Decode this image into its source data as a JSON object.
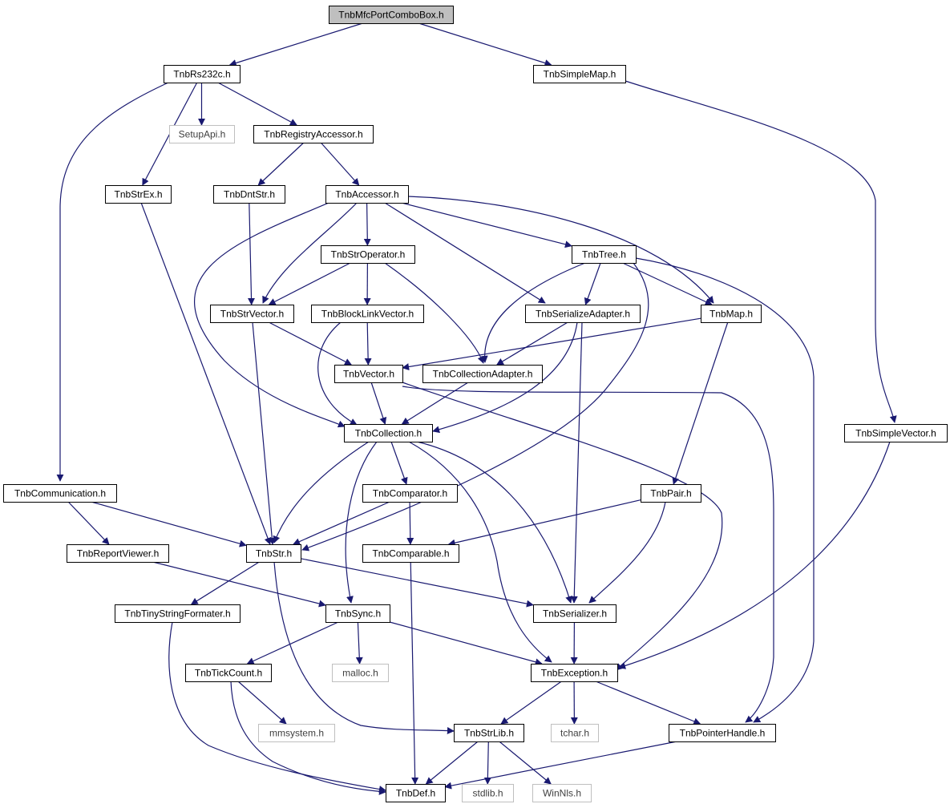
{
  "diagram": {
    "nodes": [
      {
        "id": "root",
        "label": "TnbMfcPortComboBox.h",
        "kind": "root"
      },
      {
        "id": "rs232",
        "label": "TnbRs232c.h",
        "kind": "normal"
      },
      {
        "id": "simplemap",
        "label": "TnbSimpleMap.h",
        "kind": "normal"
      },
      {
        "id": "setupapi",
        "label": "SetupApi.h",
        "kind": "external"
      },
      {
        "id": "registry",
        "label": "TnbRegistryAccessor.h",
        "kind": "normal"
      },
      {
        "id": "strex",
        "label": "TnbStrEx.h",
        "kind": "normal"
      },
      {
        "id": "dntstr",
        "label": "TnbDntStr.h",
        "kind": "normal"
      },
      {
        "id": "accessor",
        "label": "TnbAccessor.h",
        "kind": "normal"
      },
      {
        "id": "stroperator",
        "label": "TnbStrOperator.h",
        "kind": "normal"
      },
      {
        "id": "tree",
        "label": "TnbTree.h",
        "kind": "normal"
      },
      {
        "id": "strvector",
        "label": "TnbStrVector.h",
        "kind": "normal"
      },
      {
        "id": "blocklink",
        "label": "TnbBlockLinkVector.h",
        "kind": "normal"
      },
      {
        "id": "seradapter",
        "label": "TnbSerializeAdapter.h",
        "kind": "normal"
      },
      {
        "id": "map",
        "label": "TnbMap.h",
        "kind": "normal"
      },
      {
        "id": "vector",
        "label": "TnbVector.h",
        "kind": "normal"
      },
      {
        "id": "coladapter",
        "label": "TnbCollectionAdapter.h",
        "kind": "normal"
      },
      {
        "id": "collection",
        "label": "TnbCollection.h",
        "kind": "normal"
      },
      {
        "id": "simplevector",
        "label": "TnbSimpleVector.h",
        "kind": "normal"
      },
      {
        "id": "communication",
        "label": "TnbCommunication.h",
        "kind": "normal"
      },
      {
        "id": "comparator",
        "label": "TnbComparator.h",
        "kind": "normal"
      },
      {
        "id": "pair",
        "label": "TnbPair.h",
        "kind": "normal"
      },
      {
        "id": "reportviewer",
        "label": "TnbReportViewer.h",
        "kind": "normal"
      },
      {
        "id": "str",
        "label": "TnbStr.h",
        "kind": "normal"
      },
      {
        "id": "comparable",
        "label": "TnbComparable.h",
        "kind": "normal"
      },
      {
        "id": "tinyfmt",
        "label": "TnbTinyStringFormater.h",
        "kind": "normal"
      },
      {
        "id": "sync",
        "label": "TnbSync.h",
        "kind": "normal"
      },
      {
        "id": "serializer",
        "label": "TnbSerializer.h",
        "kind": "normal"
      },
      {
        "id": "tickcount",
        "label": "TnbTickCount.h",
        "kind": "normal"
      },
      {
        "id": "malloc",
        "label": "malloc.h",
        "kind": "external"
      },
      {
        "id": "exception",
        "label": "TnbException.h",
        "kind": "normal"
      },
      {
        "id": "mmsystem",
        "label": "mmsystem.h",
        "kind": "external"
      },
      {
        "id": "strlib",
        "label": "TnbStrLib.h",
        "kind": "normal"
      },
      {
        "id": "tchar",
        "label": "tchar.h",
        "kind": "external"
      },
      {
        "id": "pointerhandle",
        "label": "TnbPointerHandle.h",
        "kind": "normal"
      },
      {
        "id": "def",
        "label": "TnbDef.h",
        "kind": "normal"
      },
      {
        "id": "stdlib",
        "label": "stdlib.h",
        "kind": "external"
      },
      {
        "id": "winnls",
        "label": "WinNls.h",
        "kind": "external"
      }
    ],
    "edges": [
      [
        "root",
        "rs232"
      ],
      [
        "root",
        "simplemap"
      ],
      [
        "rs232",
        "setupapi"
      ],
      [
        "rs232",
        "registry"
      ],
      [
        "rs232",
        "strex"
      ],
      [
        "rs232",
        "communication"
      ],
      [
        "simplemap",
        "simplevector"
      ],
      [
        "registry",
        "dntstr"
      ],
      [
        "registry",
        "accessor"
      ],
      [
        "strex",
        "str"
      ],
      [
        "dntstr",
        "strvector"
      ],
      [
        "accessor",
        "stroperator"
      ],
      [
        "accessor",
        "tree"
      ],
      [
        "accessor",
        "strvector"
      ],
      [
        "accessor",
        "seradapter"
      ],
      [
        "accessor",
        "map"
      ],
      [
        "accessor",
        "collection"
      ],
      [
        "stroperator",
        "strvector"
      ],
      [
        "stroperator",
        "blocklink"
      ],
      [
        "stroperator",
        "coladapter"
      ],
      [
        "tree",
        "seradapter"
      ],
      [
        "tree",
        "map"
      ],
      [
        "tree",
        "coladapter"
      ],
      [
        "tree",
        "str"
      ],
      [
        "tree",
        "pointerhandle"
      ],
      [
        "strvector",
        "vector"
      ],
      [
        "strvector",
        "str"
      ],
      [
        "blocklink",
        "vector"
      ],
      [
        "blocklink",
        "collection"
      ],
      [
        "seradapter",
        "coladapter"
      ],
      [
        "seradapter",
        "collection"
      ],
      [
        "seradapter",
        "serializer"
      ],
      [
        "map",
        "vector"
      ],
      [
        "map",
        "pair"
      ],
      [
        "vector",
        "collection"
      ],
      [
        "vector",
        "exception"
      ],
      [
        "vector",
        "pointerhandle"
      ],
      [
        "coladapter",
        "collection"
      ],
      [
        "collection",
        "comparator"
      ],
      [
        "collection",
        "str"
      ],
      [
        "collection",
        "sync"
      ],
      [
        "collection",
        "serializer"
      ],
      [
        "collection",
        "exception"
      ],
      [
        "simplevector",
        "exception"
      ],
      [
        "communication",
        "reportviewer"
      ],
      [
        "communication",
        "str"
      ],
      [
        "comparator",
        "comparable"
      ],
      [
        "comparator",
        "str"
      ],
      [
        "pair",
        "comparable"
      ],
      [
        "pair",
        "serializer"
      ],
      [
        "reportviewer",
        "sync"
      ],
      [
        "str",
        "tinyfmt"
      ],
      [
        "str",
        "serializer"
      ],
      [
        "str",
        "strlib"
      ],
      [
        "comparable",
        "def"
      ],
      [
        "tinyfmt",
        "def"
      ],
      [
        "sync",
        "tickcount"
      ],
      [
        "sync",
        "malloc"
      ],
      [
        "sync",
        "exception"
      ],
      [
        "serializer",
        "exception"
      ],
      [
        "tickcount",
        "mmsystem"
      ],
      [
        "tickcount",
        "def"
      ],
      [
        "exception",
        "strlib"
      ],
      [
        "exception",
        "tchar"
      ],
      [
        "exception",
        "pointerhandle"
      ],
      [
        "strlib",
        "def"
      ],
      [
        "strlib",
        "stdlib"
      ],
      [
        "strlib",
        "winnls"
      ],
      [
        "pointerhandle",
        "def"
      ]
    ]
  },
  "colors": {
    "edge": "#191970",
    "root_fill": "#bfbfbf",
    "node_border": "#000000",
    "external_border": "#bfbfbf",
    "external_text": "#404040",
    "text": "#000000"
  }
}
